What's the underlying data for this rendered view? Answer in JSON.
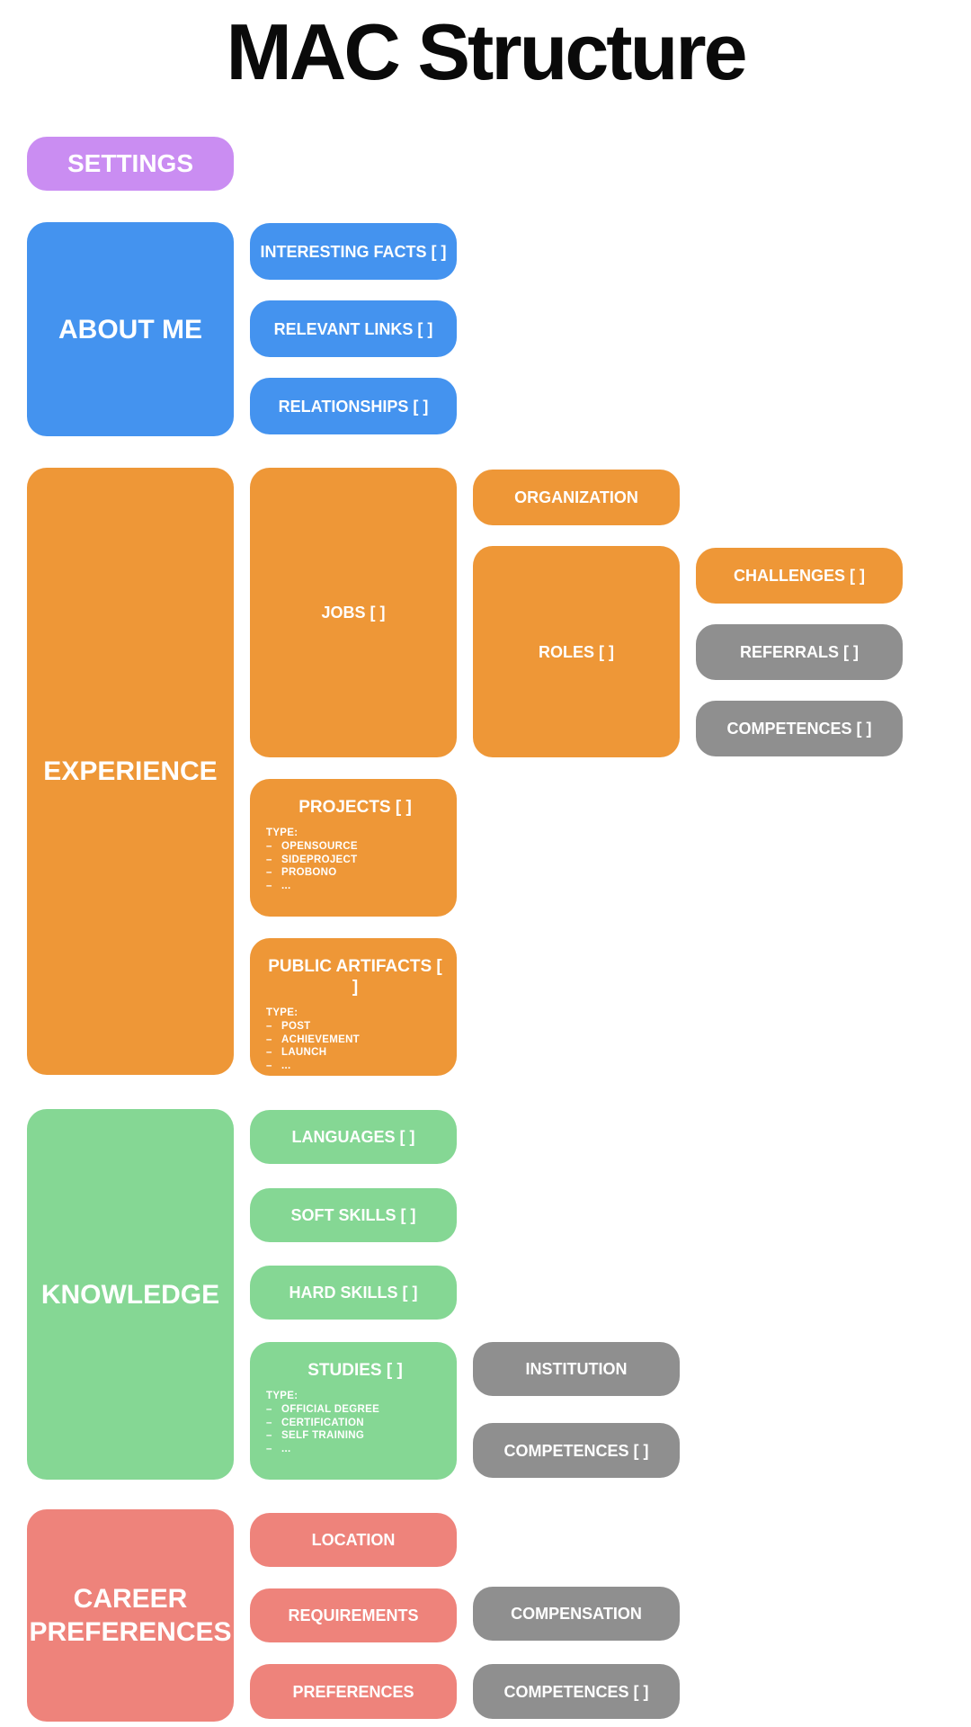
{
  "title": "MAC Structure",
  "type_bullet": "–",
  "colors": {
    "purple": "#ca8df2",
    "blue": "#4493ef",
    "orange": "#ee9737",
    "gray": "#8f8f8f",
    "green": "#85d794",
    "salmon": "#ee837b",
    "label_text": "#ffffff",
    "title": "#0a0a0a"
  },
  "settings": {
    "label": "SETTINGS"
  },
  "about_me": {
    "label": "ABOUT ME",
    "interesting_facts": "INTERESTING FACTS [ ]",
    "relevant_links": "RELEVANT LINKS [ ]",
    "relationships": "RELATIONSHIPS [ ]"
  },
  "experience": {
    "label": "EXPERIENCE",
    "jobs": "JOBS [ ]",
    "organization": "ORGANIZATION",
    "roles": "ROLES [ ]",
    "challenges": "CHALLENGES [ ]",
    "referrals": "REFERRALS [ ]",
    "competences": "COMPETENCES [ ]",
    "projects": {
      "title": "PROJECTS [ ]",
      "type_heading": "TYPE:",
      "types": [
        "OPENSOURCE",
        "SIDEPROJECT",
        "PROBONO",
        "..."
      ]
    },
    "public_artifacts": {
      "title": "PUBLIC ARTIFACTS [ ]",
      "type_heading": "TYPE:",
      "types": [
        "POST",
        "ACHIEVEMENT",
        "LAUNCH",
        "..."
      ]
    }
  },
  "knowledge": {
    "label": "KNOWLEDGE",
    "languages": "LANGUAGES [ ]",
    "soft_skills": "SOFT SKILLS [ ]",
    "hard_skills": "HARD SKILLS [ ]",
    "studies": {
      "title": "STUDIES [ ]",
      "type_heading": "TYPE:",
      "types": [
        "OFFICIAL DEGREE",
        "CERTIFICATION",
        "SELF TRAINING",
        "..."
      ]
    },
    "institution": "INSTITUTION",
    "studies_competences": "COMPETENCES [ ]"
  },
  "career_preferences": {
    "label": "CAREER PREFERENCES",
    "location": "LOCATION",
    "requirements": "REQUIREMENTS",
    "preferences": "PREFERENCES",
    "compensation": "COMPENSATION",
    "requirements_competences": "COMPETENCES [ ]"
  }
}
